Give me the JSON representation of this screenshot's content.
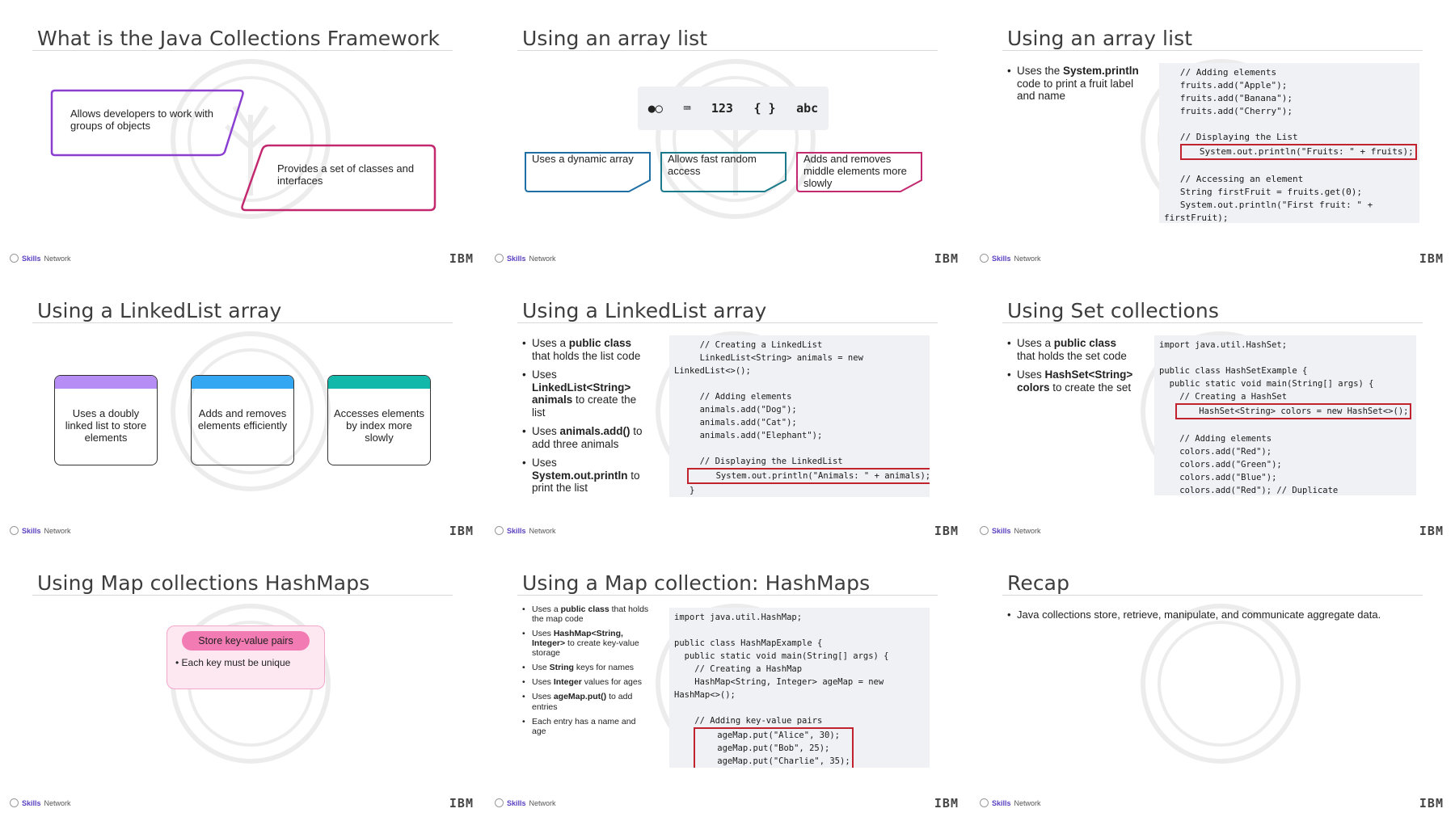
{
  "footer": {
    "brand_bold": "Skills",
    "brand_rest": " Network",
    "ibm": "IBM"
  },
  "s1": {
    "title": "What is the Java Collections Framework",
    "card1": "Allows developers to work with groups of objects",
    "card2": "Provides a set of classes and interfaces"
  },
  "s2": {
    "title": "Using an array list",
    "icons": [
      "●◯",
      "⌨",
      "123",
      "{ }",
      "abc"
    ],
    "box1": "Uses a dynamic array",
    "box2": "Allows fast random access",
    "box3": "Adds and removes middle elements more slowly"
  },
  "s3": {
    "title": "Using an array list",
    "bullet_pre": "Uses the ",
    "bullet_bold": "System.println",
    "bullet_post": " code to print a fruit label and name",
    "code": [
      "   // Adding elements",
      "   fruits.add(\"Apple\");",
      "   fruits.add(\"Banana\");",
      "   fruits.add(\"Cherry\");",
      "",
      "   // Displaying the List",
      "   System.out.println(\"Fruits: \" + fruits);",
      "",
      "   // Accessing an element",
      "   String firstFruit = fruits.get(0);",
      "   System.out.println(\"First fruit: \" +",
      "firstFruit);"
    ]
  },
  "s4": {
    "title": "Using a LinkedList array",
    "card1": "Uses a doubly linked list to store elements",
    "card2": "Adds and removes elements efficiently",
    "card3": "Accesses elements by index more slowly"
  },
  "s5": {
    "title": "Using a LinkedList array",
    "b1a": "Uses a ",
    "b1b": "public class",
    "b1c": " that holds the list code",
    "b2a": "Uses ",
    "b2b": "LinkedList<String> animals",
    "b2c": " to create the list",
    "b3a": "Uses ",
    "b3b": "animals.add()",
    "b3c": " to add three animals",
    "b4a": "Uses ",
    "b4b": "System.out.println",
    "b4c": " to print the list",
    "code": [
      "     // Creating a LinkedList",
      "     LinkedList<String> animals = new",
      "LinkedList<>();",
      "",
      "     // Adding elements",
      "     animals.add(\"Dog\");",
      "     animals.add(\"Cat\");",
      "     animals.add(\"Elephant\");",
      "",
      "     // Displaying the LinkedList",
      "     System.out.println(\"Animals: \" + animals);",
      "   }",
      "}"
    ]
  },
  "s6": {
    "title": "Using Set collections",
    "b1a": "Uses a ",
    "b1b": "public class",
    "b1c": " that holds the set code",
    "b2a": "Uses ",
    "b2b": "HashSet<String> colors",
    "b2c": " to create the set",
    "code": [
      "import java.util.HashSet;",
      "",
      "public class HashSetExample {",
      "  public static void main(String[] args) {",
      "    // Creating a HashSet",
      "    HashSet<String> colors = new HashSet<>();",
      "",
      "    // Adding elements",
      "    colors.add(\"Red\");",
      "    colors.add(\"Green\");",
      "    colors.add(\"Blue\");",
      "    colors.add(\"Red\"); // Duplicate"
    ]
  },
  "s7": {
    "title": "Using Map collections HashMaps",
    "pill": "Store key-value pairs",
    "bullet": "Each key must be unique"
  },
  "s8": {
    "title": "Using a Map collection: HashMaps",
    "bullets": [
      [
        "Uses a ",
        "public class",
        " that holds the map code"
      ],
      [
        "Uses ",
        "HashMap<String, Integer>",
        " to create key-value storage"
      ],
      [
        "Use ",
        "String",
        " keys for names"
      ],
      [
        "Uses ",
        "Integer",
        " values for ages"
      ],
      [
        "Uses ",
        "ageMap.put()",
        " to add entries"
      ],
      [
        "Each entry has a name and age",
        "",
        ""
      ]
    ],
    "code": [
      "import java.util.HashMap;",
      "",
      "public class HashMapExample {",
      "  public static void main(String[] args) {",
      "    // Creating a HashMap",
      "    HashMap<String, Integer> ageMap = new",
      "HashMap<>();",
      "",
      "    // Adding key-value pairs",
      "    ageMap.put(\"Alice\", 30);",
      "    ageMap.put(\"Bob\", 25);",
      "    ageMap.put(\"Charlie\", 35);"
    ]
  },
  "s9": {
    "title": "Recap",
    "bullet": "Java collections store, retrieve, manipulate, and communicate aggregate data."
  }
}
